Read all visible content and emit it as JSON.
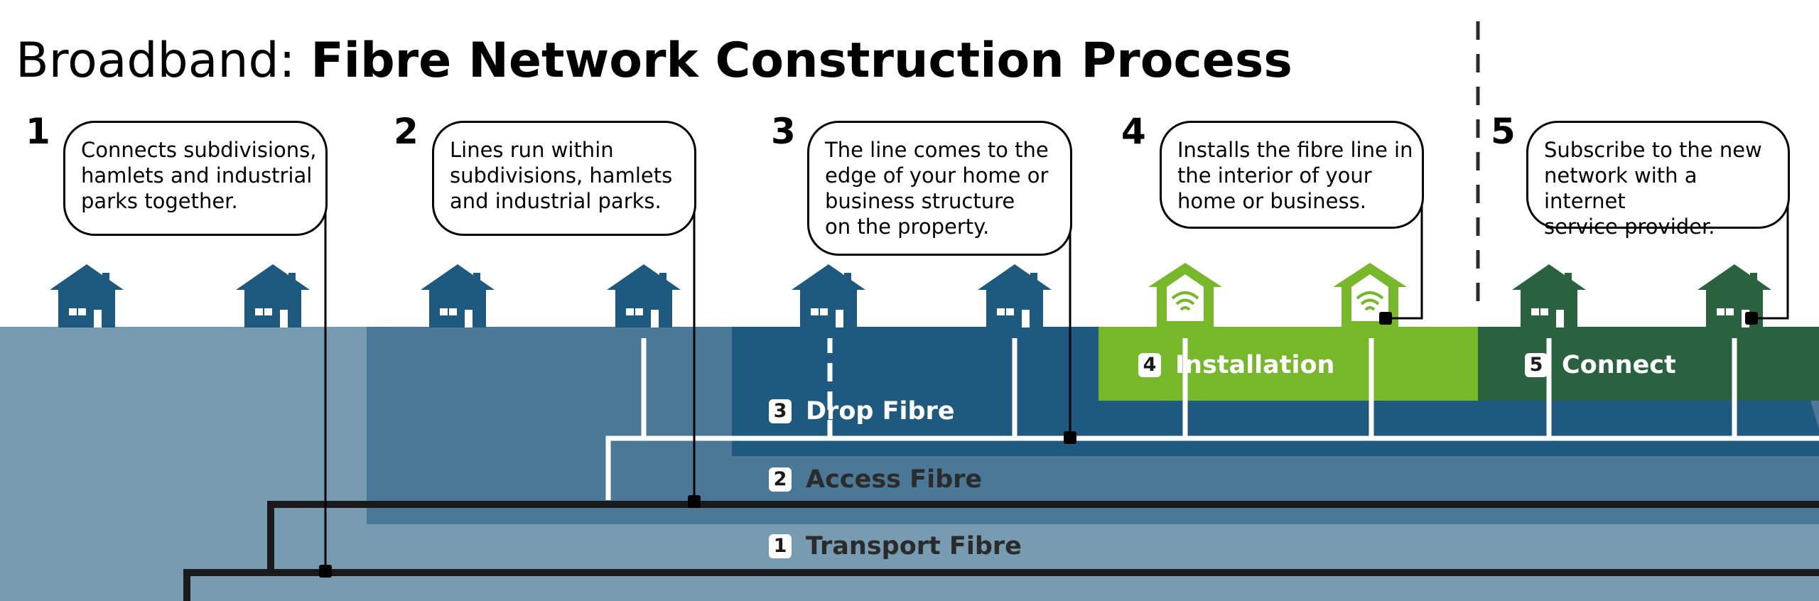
{
  "title": {
    "part1": "Broadband:",
    "part2": "Fibre Network Construction Process"
  },
  "steps": [
    {
      "number": "1",
      "text": "Connects subdivisions,\nhamlets and industrial\nparks together."
    },
    {
      "number": "2",
      "text": "Lines run  within\nsubdivisions, hamlets\nand industrial parks."
    },
    {
      "number": "3",
      "text": "The line comes to the\nedge of your home or\nbusiness structure\non the property."
    },
    {
      "number": "4",
      "text": "Installs the fibre line in\nthe interior of your\nhome or business."
    },
    {
      "number": "5",
      "text": "Subscribe to the new\nnetwork with a internet\nservice provider."
    }
  ],
  "bands": [
    {
      "badge": "1",
      "label": "Transport Fibre"
    },
    {
      "badge": "2",
      "label": "Access Fibre"
    },
    {
      "badge": "3",
      "label": "Drop Fibre"
    },
    {
      "badge": "4",
      "label": "Installation"
    },
    {
      "badge": "5",
      "label": "Connect"
    }
  ],
  "colors": {
    "transport": "#779cb1",
    "access": "#4a7896",
    "drop": "#1e5a80",
    "installation": "#76b82a",
    "connect": "#2a613f",
    "house_blue": "#1e5a80",
    "house_green": "#76b82a",
    "house_dark_green": "#2a613f",
    "fibre_dark": "#1a1a1a",
    "fibre_white": "#ffffff"
  },
  "icons": [
    "house-icon",
    "smart-home-icon"
  ]
}
